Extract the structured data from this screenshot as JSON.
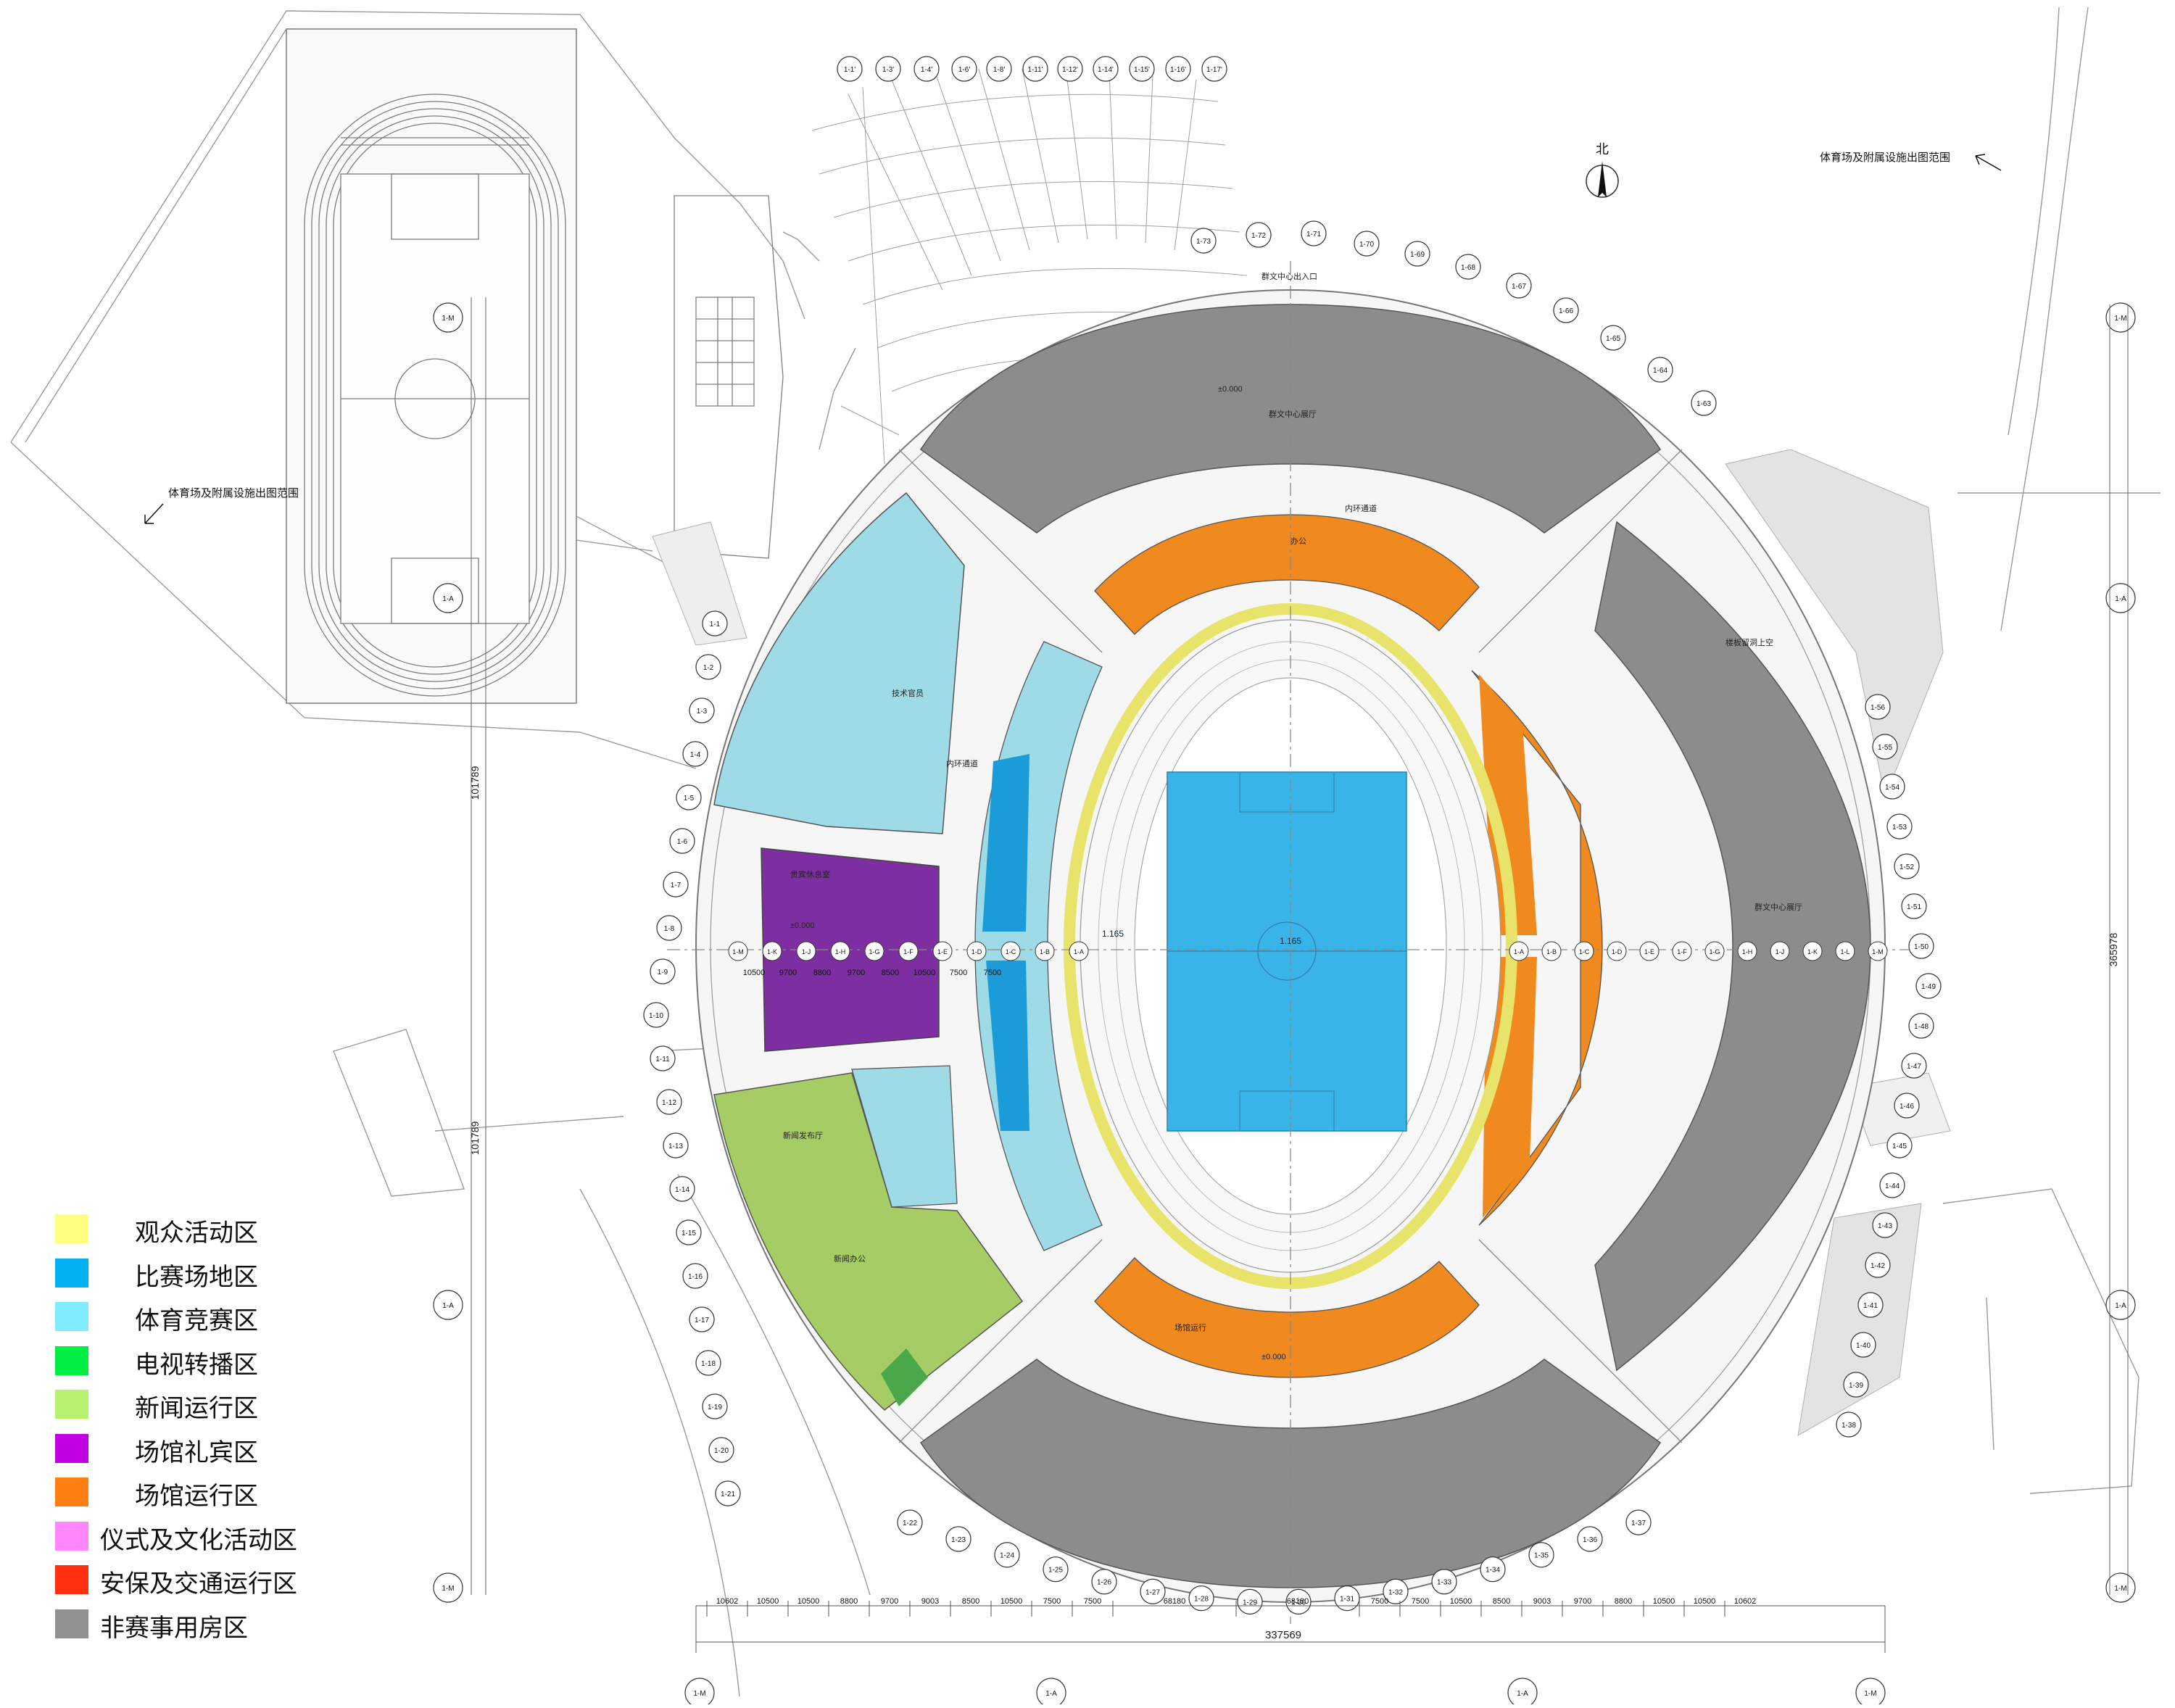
{
  "legend": {
    "items": [
      {
        "label": "观众活动区",
        "color": "#ffff80"
      },
      {
        "label": "比赛场地区",
        "color": "#00b0f0"
      },
      {
        "label": "体育竞赛区",
        "color": "#80ecff"
      },
      {
        "label": "电视转播区",
        "color": "#00ee44"
      },
      {
        "label": "新闻运行区",
        "color": "#b8f070"
      },
      {
        "label": "场馆礼宾区",
        "color": "#c000e0"
      },
      {
        "label": "场馆运行区",
        "color": "#ff8010"
      },
      {
        "label": "仪式及文化活动区",
        "color": "#ff88ff"
      },
      {
        "label": "安保及交通运行区",
        "color": "#ff3010"
      },
      {
        "label": "非赛事用房区",
        "color": "#909090"
      }
    ]
  },
  "scope_labels": {
    "left": "体育场及附属设施出图范围",
    "right": "体育场及附属设施出图范围"
  },
  "north": "北",
  "axis_labels_top": [
    "1-1'",
    "1-3'",
    "1-4'",
    "1-6'",
    "1-8'",
    "1-11'",
    "1-12'",
    "1-14'",
    "1-15'",
    "1-16'",
    "1-17'"
  ],
  "axis_labels_right": [
    "1-73",
    "1-72",
    "1-71",
    "1-70",
    "1-69",
    "1-68",
    "1-67",
    "1-66",
    "1-65",
    "1-64",
    "1-63"
  ],
  "axis_labels_left": [
    "1-1",
    "1-2",
    "1-3",
    "1-4",
    "1-5",
    "1-6",
    "1-7",
    "1-8",
    "1-9",
    "1-10",
    "1-11",
    "1-12",
    "1-13",
    "1-14",
    "1-15",
    "1-16",
    "1-17",
    "1-18",
    "1-19",
    "1-20",
    "1-21"
  ],
  "axis_labels_east": [
    "1-56",
    "1-55",
    "1-54",
    "1-53",
    "1-52",
    "1-51",
    "1-50",
    "1-49",
    "1-48",
    "1-47",
    "1-46",
    "1-45",
    "1-44",
    "1-43",
    "1-42",
    "1-41",
    "1-40",
    "1-39",
    "1-38"
  ],
  "axis_labels_bottom": [
    "1-22",
    "1-23",
    "1-24",
    "1-25",
    "1-26",
    "1-27",
    "1-28",
    "1-29",
    "1-30",
    "1-31",
    "1-32",
    "1-33",
    "1-34",
    "1-35",
    "1-36",
    "1-37"
  ],
  "row_labels": [
    "1-M",
    "1-A",
    "1-A",
    "1-M"
  ],
  "bottom_dims": [
    "10602",
    "10500",
    "10500",
    "8800",
    "9700",
    "9003",
    "8500",
    "10500",
    "7500",
    "7500",
    "68180",
    "68180",
    "7500",
    "7500",
    "10500",
    "8500",
    "9003",
    "9700",
    "8800",
    "10500",
    "10500",
    "10602"
  ],
  "bottom_total": "337569",
  "left_total": "101789",
  "mid_total": "365978",
  "center_axis_left": [
    "1-M",
    "1-K",
    "1-J",
    "1-H",
    "1-G",
    "1-F",
    "1-E",
    "1-D",
    "1-C",
    "1-B",
    "1-A"
  ],
  "center_axis_right": [
    "1-A",
    "1-B",
    "1-C",
    "1-D",
    "1-E",
    "1-F",
    "1-G",
    "1-H",
    "1-J",
    "1-K",
    "1-L",
    "1-M"
  ],
  "field_level": "1.165",
  "mid_dims": [
    "10500",
    "9700",
    "8800",
    "9700",
    "8500",
    "10500",
    "7500",
    "7500"
  ],
  "room_labels": {
    "media": "新闻发布厅",
    "media2": "新闻办公",
    "vip": "贵宾休息室",
    "ops": "场馆运行",
    "office": "办公",
    "mass": "群文中心展厅",
    "gym": "技术官员",
    "ring": "内环通道",
    "entrance": "群文中心出入口",
    "lounge": "楼板留洞上空",
    "level": "±0.000"
  }
}
